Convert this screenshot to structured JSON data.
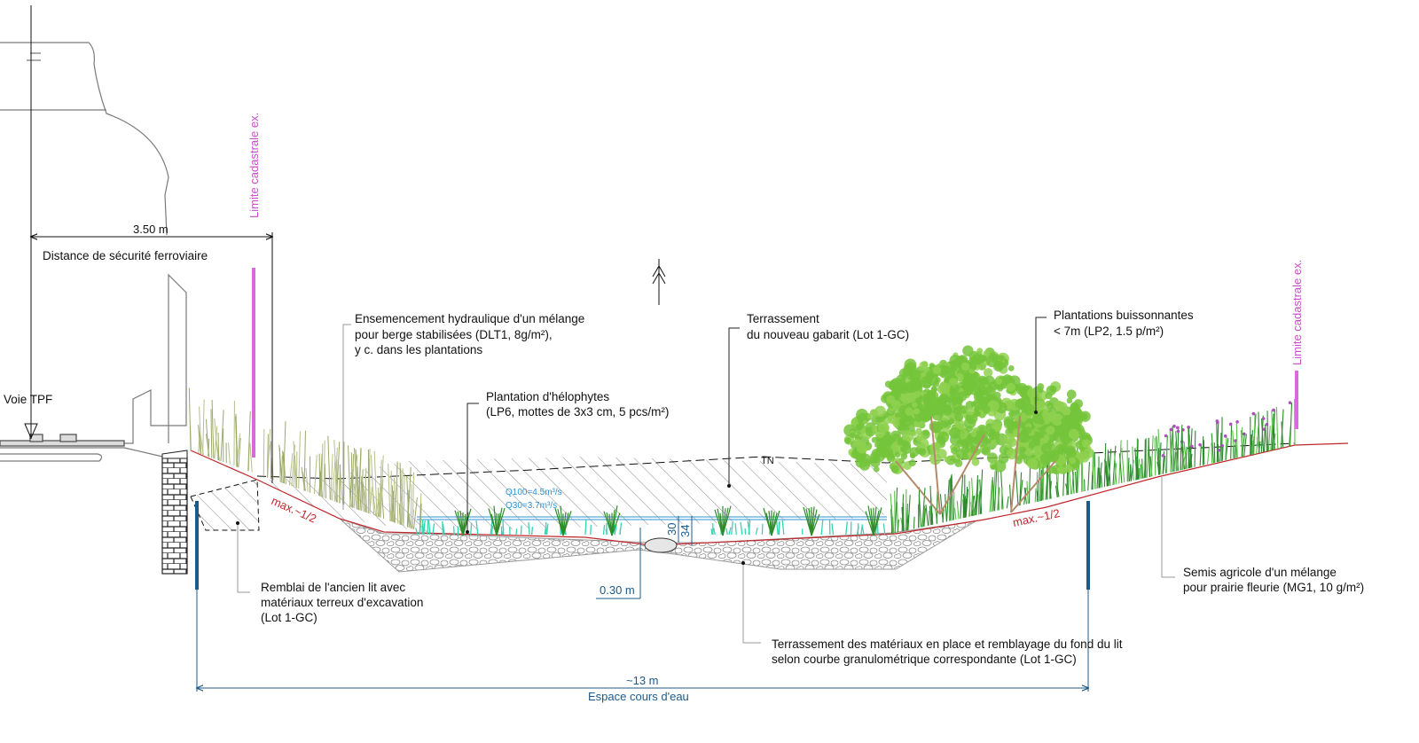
{
  "colors": {
    "magenta": "#d66bd9",
    "blue_dim": "#1c5a8a",
    "red_slope": "#c0262b",
    "water": "#2a93d6",
    "helophyte": "#37d4b4",
    "tree": "#74c43b"
  },
  "labels": {
    "rail_distance_value": "3.50 m",
    "rail_distance_text": "Distance de sécurité ferroviaire",
    "voie": "Voie TPF",
    "cadastre_left": "Limite cadastrale ex.",
    "cadastre_right": "Limite cadastrale ex.",
    "hydroseed_1": "Ensemencement hydraulique d'un mélange",
    "hydroseed_2": "pour berge stabilisées (DLT1, 8g/m²),",
    "hydroseed_3": "y c. dans les plantations",
    "helophytes_1": "Plantation d'hélophytes",
    "helophytes_2": "(LP6, mottes de 3x3 cm, 5 pcs/m²)",
    "terrassement_1": "Terrassement",
    "terrassement_2": "du nouveau gabarit (Lot 1-GC)",
    "shrubs_1": "Plantations buissonnantes",
    "shrubs_2": "< 7m (LP2, 1.5 p/m²)",
    "tn": "TN",
    "slope_left": "max.~1/2",
    "slope_right": "max.~1/2",
    "q100": "Q100=4.5m³/s",
    "q30": "Q30=3.7m³/s",
    "depth_30": "30",
    "depth_34": "34",
    "depth_030": "0.30 m",
    "remblai_1": "Remblai de l'ancien lit avec",
    "remblai_2": "matériaux terreux d'excavation",
    "remblai_3": "(Lot 1-GC)",
    "semis_1": "Semis agricole d'un mélange",
    "semis_2": "pour prairie fleurie (MG1, 10 g/m²)",
    "bed_1": "Terrassement des matériaux en place et remblayage du fond du lit",
    "bed_2": "selon courbe granulométrique correspondante (Lot 1-GC)",
    "width_value": "~13 m",
    "width_text": "Espace cours d'eau"
  },
  "icons": [
    "north-arrow-icon",
    "water-level-marker-icon"
  ]
}
